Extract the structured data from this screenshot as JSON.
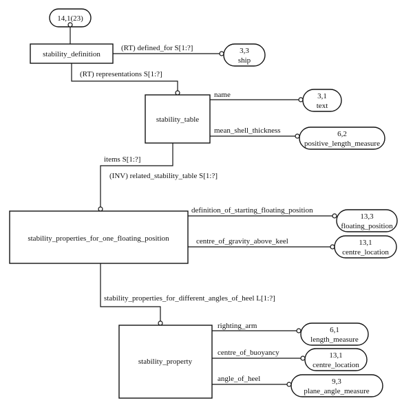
{
  "page_ref": {
    "line1": "14,1(23)"
  },
  "entities": {
    "stability_definition": "stability_definition",
    "stability_table": "stability_table",
    "stability_properties_for_one_floating_position": "stability_properties_for_one_floating_position",
    "stability_property": "stability_property"
  },
  "relations": {
    "defined_for": "(RT) defined_for  S[1:?]",
    "representations": "(RT) representations  S[1:?]",
    "name": "name",
    "mean_shell_thickness": "mean_shell_thickness",
    "items": "items  S[1:?]",
    "related_stability_table": "(INV) related_stability_table  S[1:?]",
    "definition_of_starting_floating_position": "definition_of_starting_floating_position",
    "centre_of_gravity_above_keel": "centre_of_gravity_above_keel",
    "stability_properties_for_different_angles_of_heel": "stability_properties_for_different_angles_of_heel  L[1:?]",
    "righting_arm": "righting_arm",
    "centre_of_buoyancy": "centre_of_buoyancy",
    "angle_of_heel": "angle_of_heel"
  },
  "refs": {
    "ship": {
      "code": "3,3",
      "label": "ship"
    },
    "text": {
      "code": "3,1",
      "label": "text"
    },
    "positive_length_measure": {
      "code": "6,2",
      "label": "positive_length_measure"
    },
    "floating_position": {
      "code": "13,3",
      "label": "floating_position"
    },
    "centre_location_1": {
      "code": "13,1",
      "label": "centre_location"
    },
    "length_measure": {
      "code": "6,1",
      "label": "length_measure"
    },
    "centre_location_2": {
      "code": "13,1",
      "label": "centre_location"
    },
    "plane_angle_measure": {
      "code": "9,3",
      "label": "plane_angle_measure"
    }
  }
}
